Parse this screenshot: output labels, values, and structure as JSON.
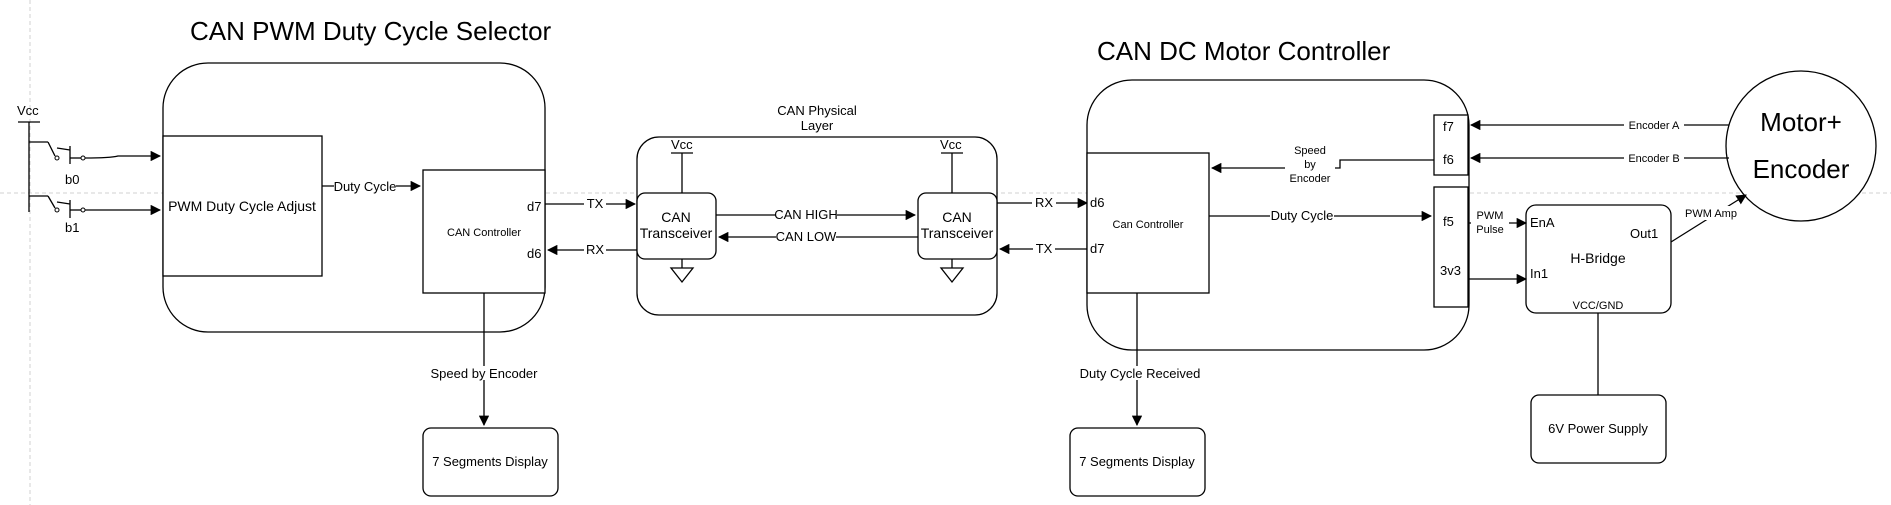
{
  "titles": {
    "selector": "CAN PWM Duty Cycle Selector",
    "controller": "CAN DC Motor Controller",
    "physical_line1": "CAN Physical",
    "physical_line2": "Layer"
  },
  "blocks": {
    "pwm_adjust": "PWM Duty Cycle Adjust",
    "can_controller_left": "CAN Controller",
    "can_controller_right": "Can Controller",
    "transceiver_line1": "CAN",
    "transceiver_line2": "Transceiver",
    "display": "7 Segments Display",
    "hbridge": "H-Bridge",
    "power_supply": "6V Power Supply",
    "motor_line1": "Motor+",
    "motor_line2": "Encoder"
  },
  "pins": {
    "vcc": "Vcc",
    "b0": "b0",
    "b1": "b1",
    "d7": "d7",
    "d6": "d6",
    "f7": "f7",
    "f6": "f6",
    "f5": "f5",
    "v3v3": "3v3",
    "ena": "EnA",
    "in1": "In1",
    "out1": "Out1",
    "vccgnd": "VCC/GND"
  },
  "signals": {
    "duty_cycle": "Duty Cycle",
    "tx": "TX",
    "rx": "RX",
    "can_high": "CAN HIGH",
    "can_low": "CAN LOW",
    "speed_by_encoder": "Speed by Encoder",
    "speed_l1": "Speed",
    "speed_l2": "by",
    "speed_l3": "Encoder",
    "duty_cycle_received": "Duty Cycle Received",
    "encoder_a": "Encoder A",
    "encoder_b": "Encoder B",
    "pwm_l1": "PWM",
    "pwm_l2": "Pulse",
    "pwm_amp": "PWM Amp"
  }
}
